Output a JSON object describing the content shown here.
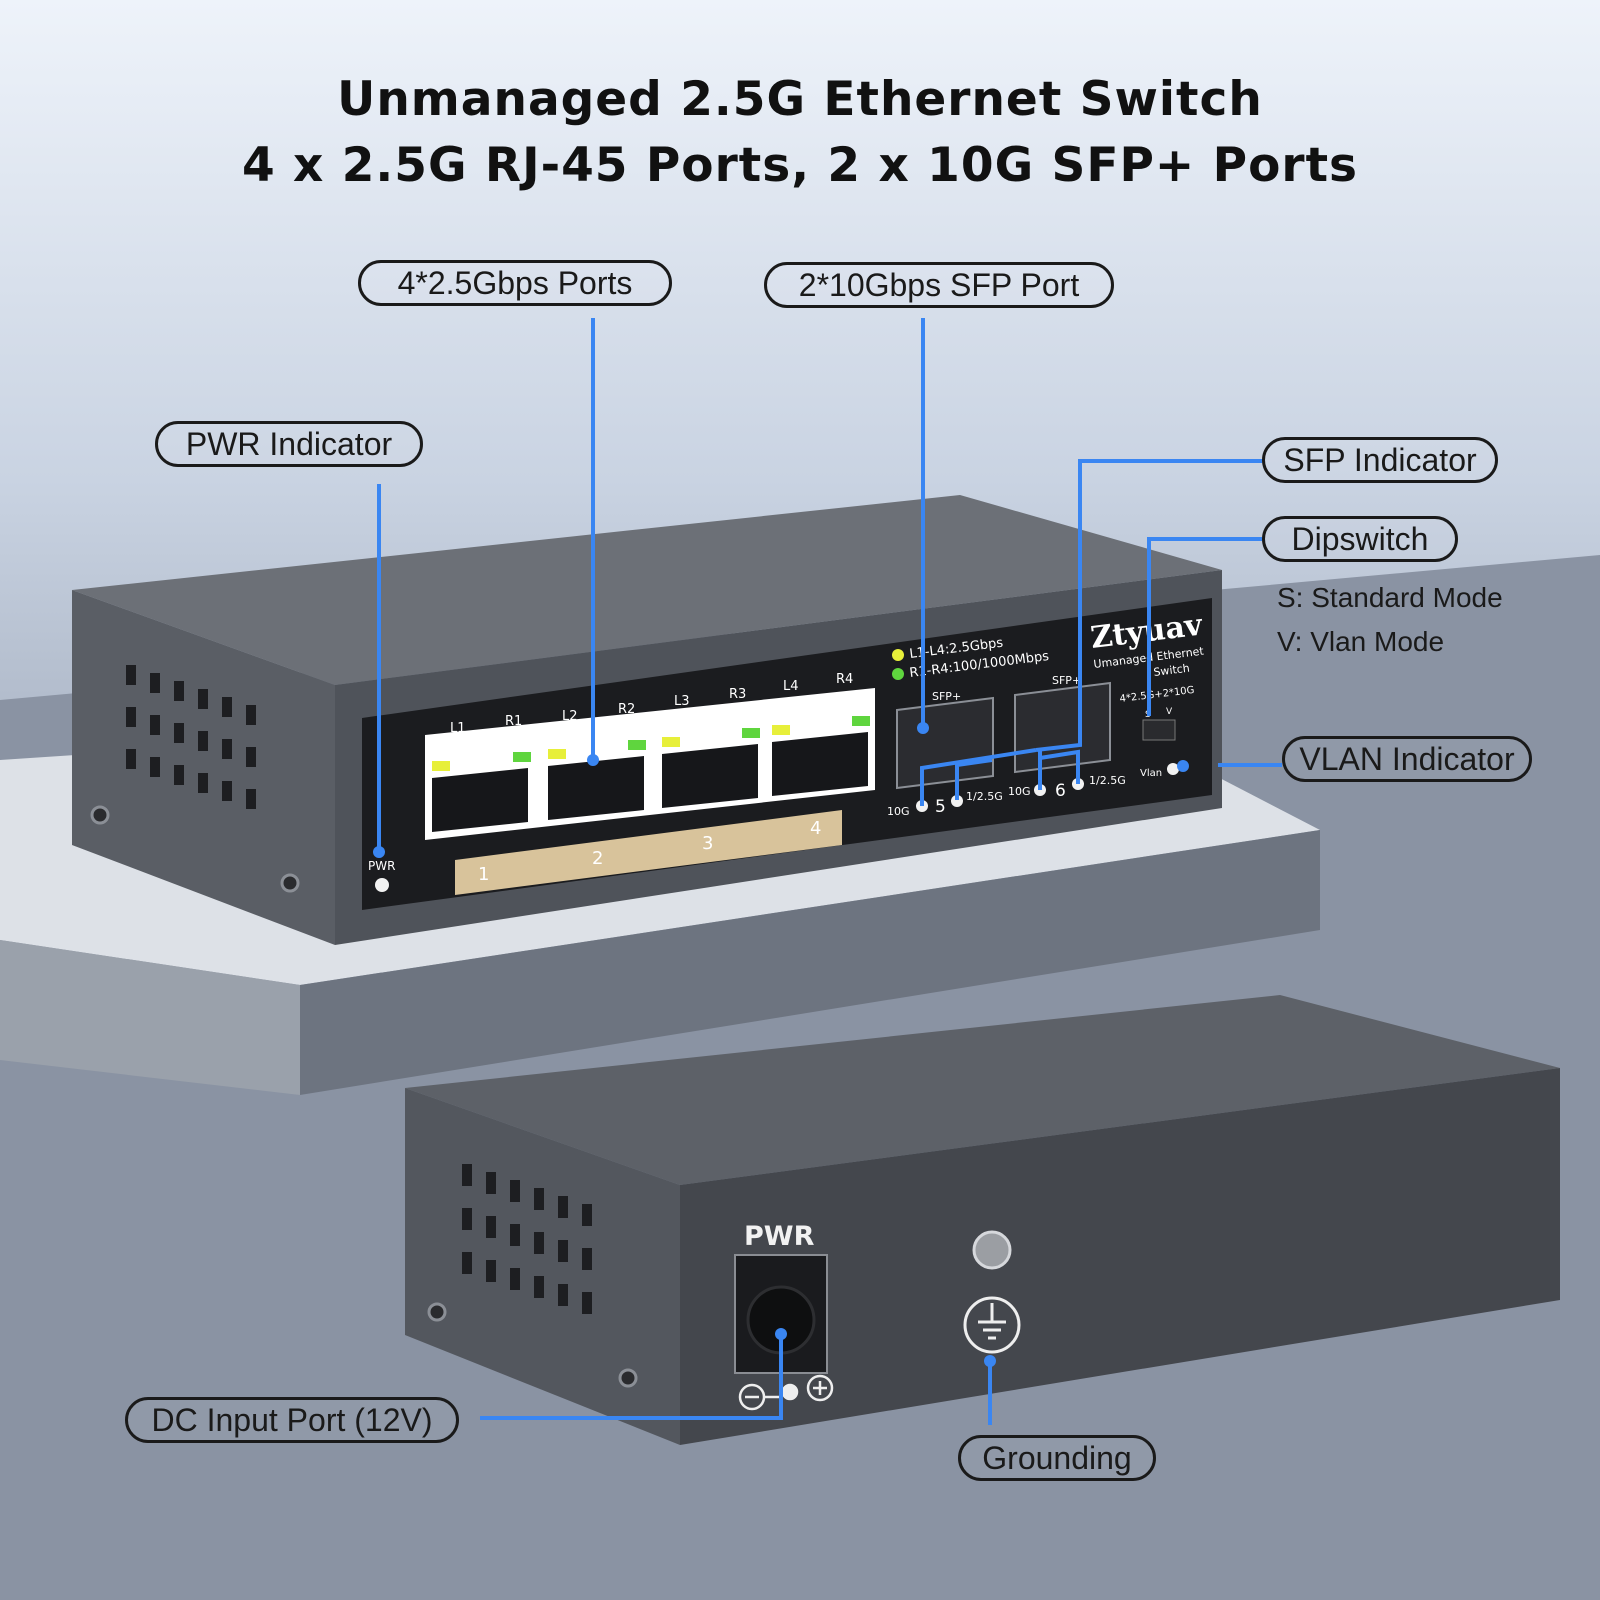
{
  "header": {
    "line1": "Unmanaged 2.5G Ethernet Switch",
    "line2": "4 x 2.5G RJ-45 Ports, 2 x 10G SFP+ Ports"
  },
  "callouts": {
    "rj45_ports": "4*2.5Gbps Ports",
    "sfp_ports": "2*10Gbps SFP Port",
    "pwr_indicator": "PWR Indicator",
    "sfp_indicator": "SFP Indicator",
    "dipswitch": "Dipswitch",
    "dipswitch_s": "S: Standard Mode",
    "dipswitch_v": "V: Vlan Mode",
    "vlan_indicator": "VLAN Indicator",
    "dc_input": "DC Input Port (12V)",
    "grounding": "Grounding"
  },
  "front_panel": {
    "brand": "Ztyuav",
    "subtitle_1": "Umanaged Ethernet",
    "subtitle_2": "Switch",
    "spec": "4*2.5G+2*10G",
    "legend_yellow": "L1-L4:2.5Gbps",
    "legend_green": "R1-R4:100/1000Mbps",
    "led_labels": [
      "L1",
      "R1",
      "L2",
      "R2",
      "L3",
      "R3",
      "L4",
      "R4"
    ],
    "port_numbers": [
      "1",
      "2",
      "3",
      "4"
    ],
    "sfp_label": "SFP+",
    "sfp_numbers": [
      "5",
      "6"
    ],
    "speed_10g": "10G",
    "speed_1g": "1/2.5G",
    "pwr": "PWR",
    "vlan": "Vlan",
    "dip_s": "S",
    "dip_v": "V"
  },
  "back_panel": {
    "pwr": "PWR"
  },
  "colors": {
    "accent": "#3a86f2",
    "chassis": "#505359",
    "panel": "#1b1c1f",
    "port_label_strip": "#d8c39b",
    "led_yellow": "#e7ef3a",
    "led_green": "#5fd53e"
  }
}
